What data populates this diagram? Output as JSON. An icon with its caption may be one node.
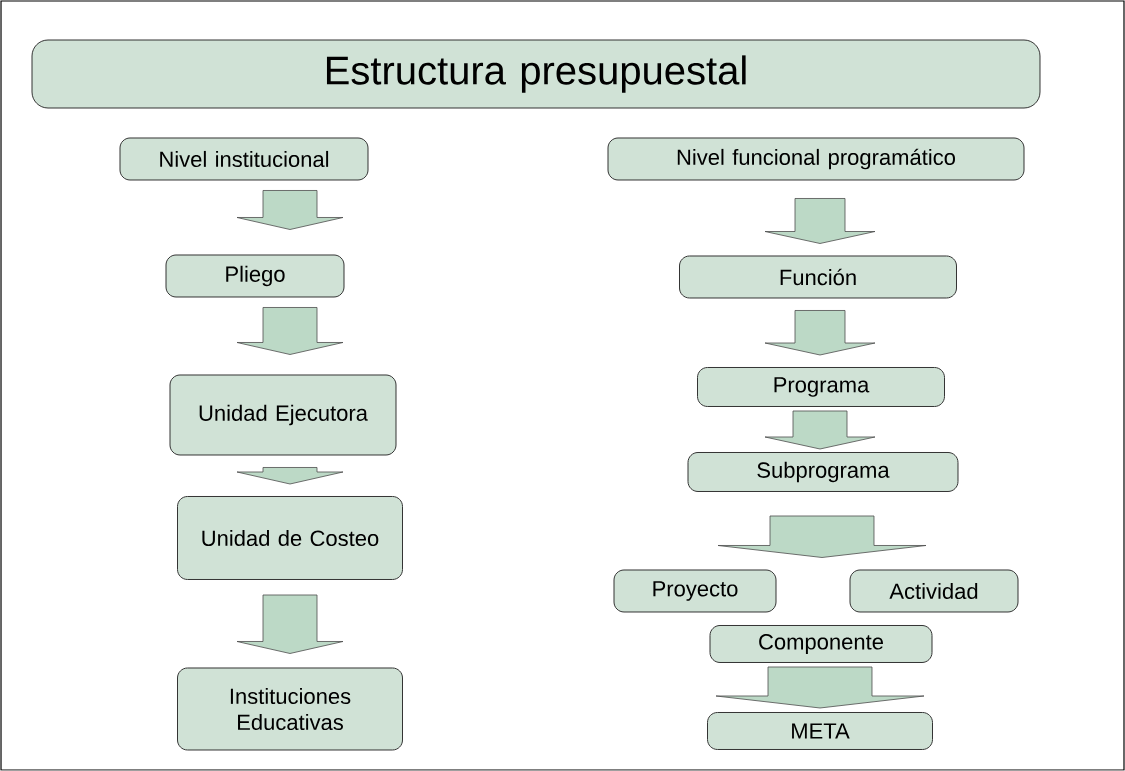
{
  "diagram": {
    "nodes": [
      {
        "text": [
          "Estructura presupuestal"
        ]
      },
      {
        "text": [
          "Nivel institucional"
        ]
      },
      {
        "text": [
          "Pliego"
        ]
      },
      {
        "text": [
          "Unidad Ejecutora"
        ]
      },
      {
        "text": [
          "Unidad de Costeo"
        ]
      },
      {
        "text": [
          "Instituciones Educativas"
        ]
      },
      {
        "text": [
          "Nivel funcional programático"
        ]
      },
      {
        "text": [
          "Función"
        ]
      },
      {
        "text": [
          "Programa"
        ]
      },
      {
        "text": [
          "Subprograma"
        ]
      },
      {
        "text": [
          "Proyecto"
        ]
      },
      {
        "text": [
          "Actividad"
        ]
      },
      {
        "text": [
          "Componente"
        ]
      },
      {
        "text": [
          "META"
        ]
      }
    ],
    "edges": [
      {
        "from": 1,
        "to": 2,
        "arrow": "to"
      },
      {
        "from": 2,
        "to": 3,
        "arrow": "to"
      },
      {
        "from": 3,
        "to": 4,
        "arrow": "to"
      },
      {
        "from": 4,
        "to": 5,
        "arrow": "to"
      },
      {
        "from": 6,
        "to": 7,
        "arrow": "to"
      },
      {
        "from": 7,
        "to": 8,
        "arrow": "to"
      },
      {
        "from": 8,
        "to": 9,
        "arrow": "to"
      },
      {
        "from": 9,
        "to": 10,
        "arrow": "to"
      },
      {
        "from": 9,
        "to": 11,
        "arrow": "to"
      },
      {
        "from": 12,
        "to": 13,
        "arrow": "to"
      }
    ]
  }
}
